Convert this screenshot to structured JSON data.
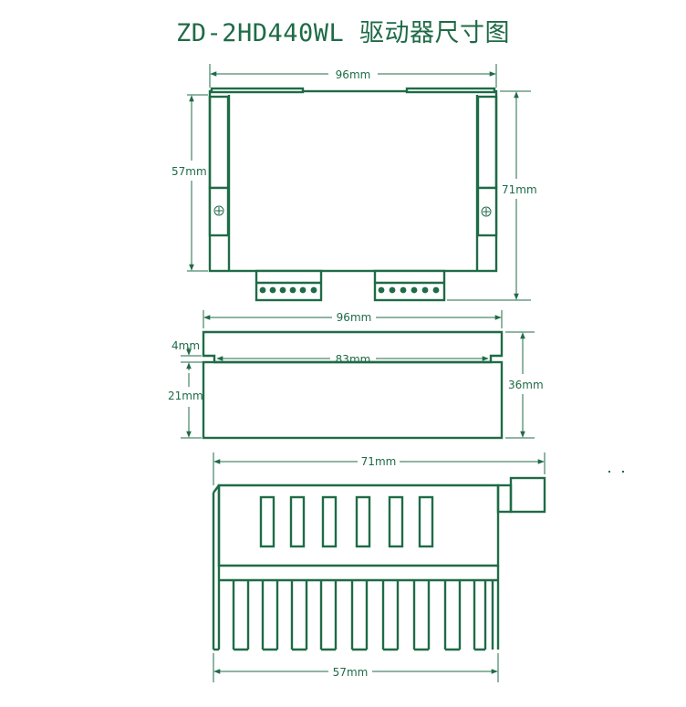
{
  "title": "ZD-2HD440WL 驱动器尺寸图",
  "colors": {
    "line": "#1f6b47",
    "background": "#ffffff"
  },
  "top_view": {
    "width_label": "96mm",
    "inner_height_label": "57mm",
    "outer_height_label": "71mm"
  },
  "side_view": {
    "width_label": "96mm",
    "inner_width_label": "83mm",
    "notch_label": "4mm",
    "body_height_label": "21mm",
    "total_height_label": "36mm"
  },
  "end_view": {
    "top_width_label": "71mm",
    "bottom_width_label": "57mm"
  }
}
